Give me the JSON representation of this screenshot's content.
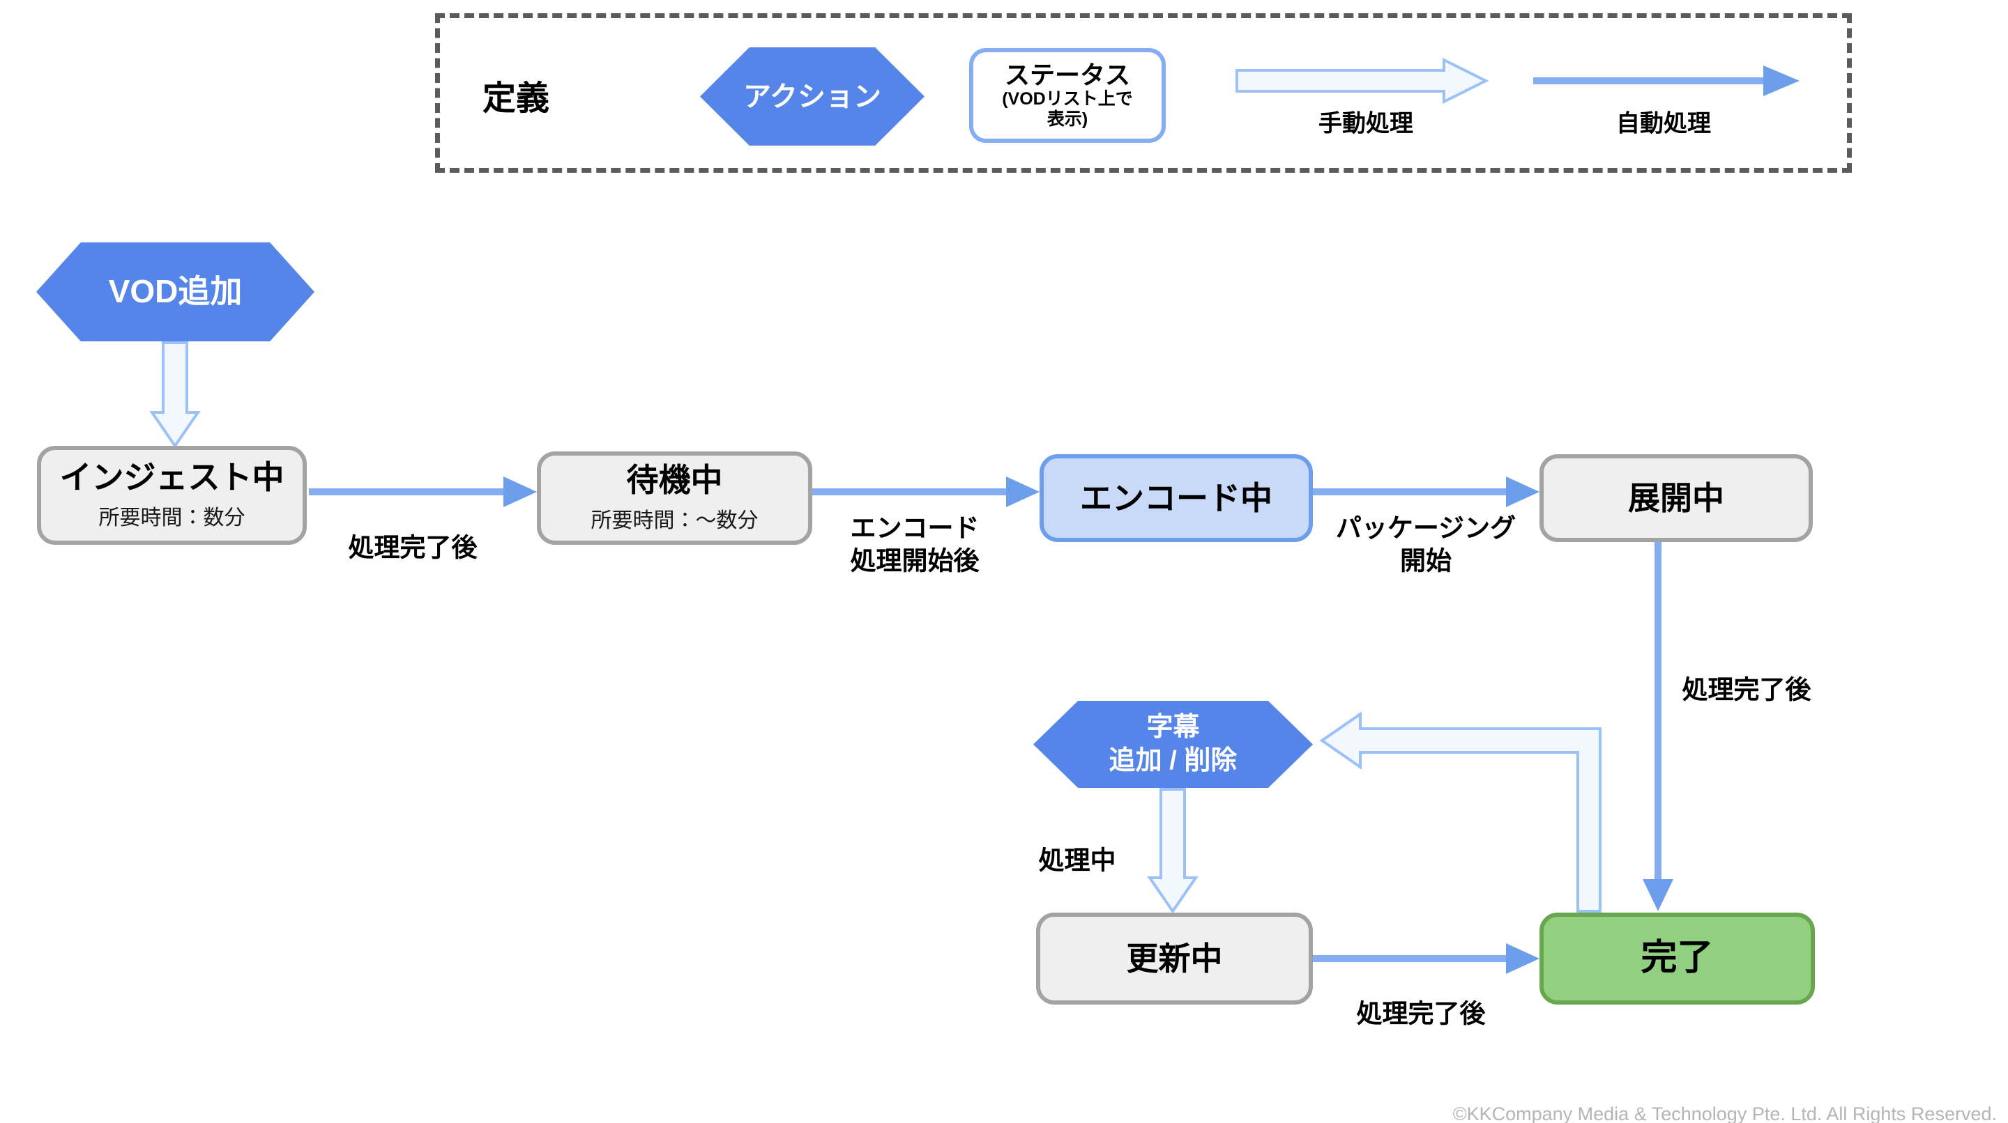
{
  "legend": {
    "title": "定義",
    "action_label": "アクション",
    "status": {
      "title": "ステータス",
      "sub_line1": "(VODリスト上で",
      "sub_line2": "表示)"
    },
    "manual_label": "手動処理",
    "auto_label": "自動処理"
  },
  "nodes": {
    "vod_add": {
      "label": "VOD追加"
    },
    "ingesting": {
      "label": "インジェスト中",
      "sub": "所要時間：数分"
    },
    "waiting": {
      "label": "待機中",
      "sub": "所要時間：〜数分"
    },
    "encoding": {
      "label": "エンコード中"
    },
    "deploying": {
      "label": "展開中"
    },
    "subtitle_action": {
      "line1": "字幕",
      "line2": "追加 / 削除"
    },
    "updating": {
      "label": "更新中"
    },
    "done": {
      "label": "完了"
    }
  },
  "edges": {
    "after_ingest": "処理完了後",
    "encode_start_line1": "エンコード",
    "encode_start_line2": "処理開始後",
    "packaging_line1": "パッケージング",
    "packaging_line2": "開始",
    "after_deploy": "処理完了後",
    "subtitle_processing": "処理中",
    "after_update": "処理完了後"
  },
  "footer": {
    "copyright": "©KKCompany Media & Technology Pte. Ltd. All Rights Reserved."
  },
  "colors": {
    "action_blue": "#5585E8",
    "status_blue_fill": "#C9DAF8",
    "status_blue_border": "#6D9EEB",
    "gray_fill": "#EFEFEF",
    "gray_border": "#A3A3A3",
    "green_fill": "#90D080",
    "green_border": "#68A74F",
    "arrow_line": "#85AEF2",
    "arrow_head": "#6D9EEB",
    "hollow_arrow_fill": "#F3F8FF",
    "hollow_arrow_stroke": "#9CC1F8",
    "dashed_border": "#5B5B5B"
  }
}
